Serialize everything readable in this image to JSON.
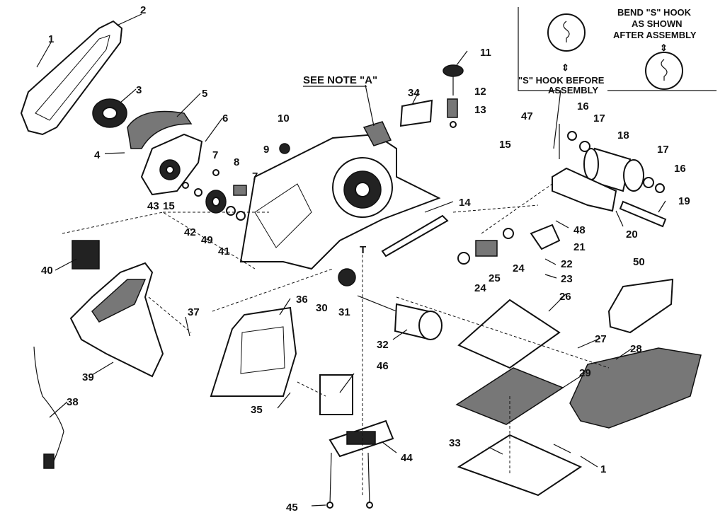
{
  "notes": {
    "see_note": "SEE NOTE \"A\"",
    "s_hook_before_1": "\"S\" HOOK BEFORE",
    "s_hook_before_2": "ASSEMBLY",
    "bend_1": "BEND \"S\" HOOK",
    "bend_2": "AS SHOWN",
    "bend_3": "AFTER ASSEMBLY"
  },
  "part_numbers": [
    "1",
    "2",
    "3",
    "4",
    "5",
    "6",
    "7",
    "8",
    "9",
    "10",
    "11",
    "12",
    "13",
    "14",
    "15",
    "16",
    "17",
    "18",
    "19",
    "20",
    "21",
    "22",
    "23",
    "24",
    "25",
    "26",
    "27",
    "28",
    "29",
    "30",
    "31",
    "32",
    "33",
    "34",
    "35",
    "36",
    "37",
    "38",
    "39",
    "40",
    "41",
    "42",
    "43",
    "44",
    "45",
    "46",
    "47",
    "48",
    "49",
    "50"
  ],
  "axis_marker": "T"
}
